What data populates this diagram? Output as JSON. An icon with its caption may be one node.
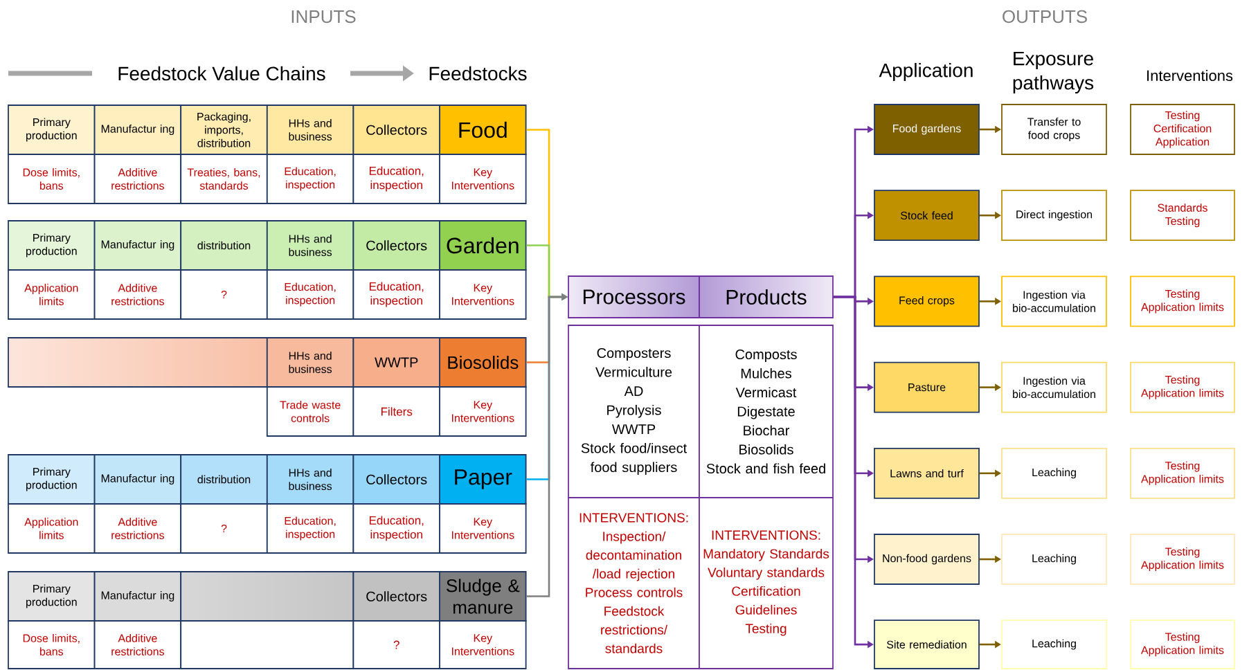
{
  "diagram": {
    "nodes": [
      {
        "text": [
          "Primary production"
        ]
      },
      {
        "text": [
          "Manufactur ing"
        ]
      },
      {
        "text": [
          "Packaging, imports, distribution"
        ]
      },
      {
        "text": [
          "HHs and business"
        ]
      },
      {
        "text": [
          "Collectors"
        ]
      },
      {
        "text": [
          "Food"
        ]
      },
      {
        "text": [
          "Dose limits, bans"
        ]
      },
      {
        "text": [
          "Additive restrictions"
        ]
      },
      {
        "text": [
          "Treaties, bans, standards"
        ]
      },
      {
        "text": [
          "Education, inspection"
        ]
      },
      {
        "text": [
          "Education, inspection"
        ]
      },
      {
        "text": [
          "Key Interventions"
        ]
      },
      {
        "text": [
          "Primary production"
        ]
      },
      {
        "text": [
          "Manufactur ing"
        ]
      },
      {
        "text": [
          "distribution"
        ]
      },
      {
        "text": [
          "HHs and business"
        ]
      },
      {
        "text": [
          "Collectors"
        ]
      },
      {
        "text": [
          "Garden"
        ]
      },
      {
        "text": [
          "Application limits"
        ]
      },
      {
        "text": [
          "Additive restrictions"
        ]
      },
      {
        "text": [
          "?"
        ]
      },
      {
        "text": [
          "Education, inspection"
        ]
      },
      {
        "text": [
          "Education, inspection"
        ]
      },
      {
        "text": [
          "Key Interventions"
        ]
      },
      {
        "text": [],
        "shape": "box"
      },
      {
        "text": [
          "HHs and business"
        ]
      },
      {
        "text": [
          "WWTP"
        ]
      },
      {
        "text": [
          "Biosolids"
        ]
      },
      {
        "text": [
          "Trade waste controls"
        ]
      },
      {
        "text": [
          "Filters"
        ]
      },
      {
        "text": [
          "Key Interventions"
        ]
      },
      {
        "text": [
          "Primary production"
        ]
      },
      {
        "text": [
          "Manufactur ing"
        ]
      },
      {
        "text": [
          "distribution"
        ]
      },
      {
        "text": [
          "HHs and business"
        ]
      },
      {
        "text": [
          "Collectors"
        ]
      },
      {
        "text": [
          "Paper"
        ]
      },
      {
        "text": [
          "Application limits"
        ]
      },
      {
        "text": [
          "Additive restrictions"
        ]
      },
      {
        "text": [
          "?"
        ]
      },
      {
        "text": [
          "Education, inspection"
        ]
      },
      {
        "text": [
          "Education, inspection"
        ]
      },
      {
        "text": [
          "Key Interventions"
        ]
      },
      {
        "text": [
          "Primary production"
        ]
      },
      {
        "text": [
          "Manufactur ing"
        ]
      },
      {
        "text": [],
        "shape": "box"
      },
      {
        "text": [
          "Collectors"
        ]
      },
      {
        "text": [
          "Sludge & manure"
        ]
      },
      {
        "text": [
          "Dose limits, bans"
        ]
      },
      {
        "text": [
          "Additive restrictions"
        ]
      },
      {
        "text": [],
        "shape": "box"
      },
      {
        "text": [
          "?"
        ]
      },
      {
        "text": [
          "Key Interventions"
        ]
      },
      {
        "text": [
          "Processors"
        ]
      },
      {
        "text": [
          "Products"
        ]
      },
      {
        "text": [
          "Composters",
          "Vermiculture",
          "AD",
          "Pyrolysis",
          "WWTP",
          "Stock food/insect food suppliers"
        ]
      },
      {
        "text": [
          "Composts",
          "Mulches",
          "Vermicast",
          "Digestate",
          "Biochar",
          "Biosolids",
          "Stock and fish feed"
        ]
      },
      {
        "text": [
          "INTERVENTIONS:",
          "Inspection/ decontamination /load rejection",
          "Process controls",
          "Feedstock restrictions/ standards"
        ]
      },
      {
        "text": [
          "INTERVENTIONS:",
          "Mandatory Standards",
          "Voluntary standards",
          "Certification",
          "Guidelines",
          "Testing"
        ]
      },
      {
        "text": [
          "Food gardens"
        ]
      },
      {
        "text": [
          "Transfer to food crops"
        ]
      },
      {
        "text": [
          "Testing",
          "Certification",
          "Application"
        ]
      },
      {
        "text": [
          "Stock feed"
        ]
      },
      {
        "text": [
          "Direct ingestion"
        ]
      },
      {
        "text": [
          "Standards",
          "Testing"
        ]
      },
      {
        "text": [
          "Feed crops"
        ]
      },
      {
        "text": [
          "Ingestion via bio-accumulation"
        ]
      },
      {
        "text": [
          "Testing",
          "Application limits"
        ]
      },
      {
        "text": [
          "Pasture"
        ]
      },
      {
        "text": [
          "Ingestion via bio-accumulation"
        ]
      },
      {
        "text": [
          "Testing",
          "Application limits"
        ]
      },
      {
        "text": [
          "Lawns and turf"
        ]
      },
      {
        "text": [
          "Leaching"
        ]
      },
      {
        "text": [
          "Testing",
          "Application limits"
        ]
      },
      {
        "text": [
          "Non-food gardens"
        ]
      },
      {
        "text": [
          "Leaching"
        ]
      },
      {
        "text": [
          "Testing",
          "Application limits"
        ]
      },
      {
        "text": [
          "Site remediation"
        ]
      },
      {
        "text": [
          "Leaching"
        ]
      },
      {
        "text": [
          "Testing",
          "Application limits"
        ]
      }
    ],
    "edges": [
      {
        "from": 5,
        "to": 53,
        "arrow": "to",
        "color": "#ffc000"
      },
      {
        "from": 17,
        "to": 53,
        "arrow": "to",
        "color": "#92d050"
      },
      {
        "from": 27,
        "to": 53,
        "arrow": "to",
        "color": "#ed7d31"
      },
      {
        "from": 36,
        "to": 53,
        "arrow": "to",
        "color": "#00b0f0"
      },
      {
        "from": 47,
        "to": 53,
        "arrow": "to",
        "color": "#7f7f7f"
      },
      {
        "from": 54,
        "to": 59,
        "arrow": "to",
        "color": "#7030a0"
      },
      {
        "from": 54,
        "to": 62,
        "arrow": "to",
        "color": "#7030a0"
      },
      {
        "from": 54,
        "to": 65,
        "arrow": "to",
        "color": "#7030a0"
      },
      {
        "from": 54,
        "to": 68,
        "arrow": "to",
        "color": "#7030a0"
      },
      {
        "from": 54,
        "to": 71,
        "arrow": "to",
        "color": "#7030a0"
      },
      {
        "from": 54,
        "to": 74,
        "arrow": "to",
        "color": "#7030a0"
      },
      {
        "from": 54,
        "to": 77,
        "arrow": "to",
        "color": "#7030a0"
      },
      {
        "from": 59,
        "to": 60,
        "arrow": "to",
        "color": "#7f6000"
      },
      {
        "from": 62,
        "to": 63,
        "arrow": "to",
        "color": "#7f6000"
      },
      {
        "from": 65,
        "to": 66,
        "arrow": "to",
        "color": "#7f6000"
      },
      {
        "from": 68,
        "to": 69,
        "arrow": "to",
        "color": "#7f6000"
      },
      {
        "from": 71,
        "to": 72,
        "arrow": "to",
        "color": "#7f6000"
      },
      {
        "from": 74,
        "to": 75,
        "arrow": "to",
        "color": "#7f6000"
      },
      {
        "from": 77,
        "to": 78,
        "arrow": "to",
        "color": "#7f6000"
      }
    ],
    "labels": [
      "INPUTS",
      "OUTPUTS",
      "Feedstock Value Chains",
      "Feedstocks",
      "Application",
      "Exposure pathways",
      "Interventions"
    ]
  }
}
